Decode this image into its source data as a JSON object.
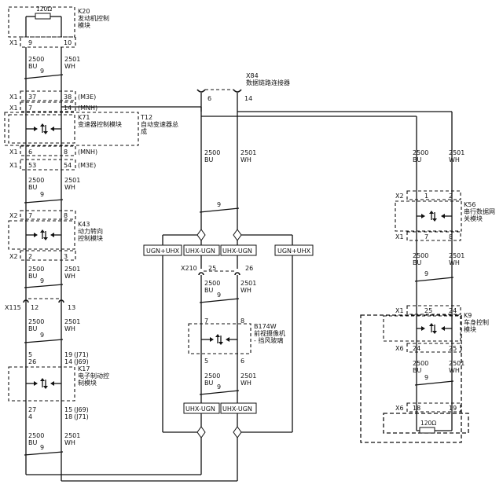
{
  "modules": {
    "k20": {
      "code": "K20",
      "name_line1": "发动机控制",
      "name_line2": "模块",
      "resistor": "120Ω"
    },
    "k71": {
      "code": "K71",
      "name": "变速器控制模块"
    },
    "t12": {
      "code": "T12",
      "name_line1": "自动变速器总",
      "name_line2": "成"
    },
    "k43": {
      "code": "K43",
      "name_line1": "动力转向",
      "name_line2": "控制模块"
    },
    "k17": {
      "code": "K17",
      "name_line1": "电子制动控",
      "name_line2": "制模块"
    },
    "x84": {
      "code": "X84",
      "name": "数据链路连接器",
      "pin_a": "6",
      "pin_b": "14"
    },
    "b174w": {
      "code": "B174W",
      "name_line1": "前视摄像机",
      "name_line2": "- 挡风玻璃"
    },
    "k56": {
      "code": "K56",
      "name_line1": "串行数据网",
      "name_line2": "关模块"
    },
    "k9": {
      "code": "K9",
      "name_line1": "车身控制",
      "name_line2": "模块",
      "resistor": "120Ω"
    }
  },
  "left_column": {
    "x1_a": {
      "conn": "X1",
      "pin_l": "9",
      "pin_r": "10"
    },
    "wire1": {
      "l_num": "2500",
      "l_col": "BU",
      "r_num": "2501",
      "r_col": "WH",
      "twist": "9"
    },
    "x1_b": {
      "conn": "X1",
      "pin_l": "37",
      "pin_r": "38",
      "note": "(M3E)"
    },
    "x1_c": {
      "conn": "X1",
      "pin_l": "7",
      "pin_r": "14",
      "note": "(MNH)"
    },
    "x1_d": {
      "conn": "X1",
      "pin_l": "6",
      "pin_r": "8",
      "note": "(MNH)"
    },
    "x1_e": {
      "conn": "X1",
      "pin_l": "53",
      "pin_r": "54",
      "note": "(M3E)"
    },
    "wire2": {
      "l_num": "2500",
      "l_col": "BU",
      "r_num": "2501",
      "r_col": "WH",
      "twist": "9"
    },
    "x2_a": {
      "conn": "X2",
      "pin_l": "7",
      "pin_r": "8"
    },
    "x2_b": {
      "conn": "X2",
      "pin_l": "2",
      "pin_r": "3"
    },
    "wire3": {
      "l_num": "2500",
      "l_col": "BU",
      "r_num": "2501",
      "r_col": "WH",
      "twist": "9"
    },
    "x115": {
      "conn": "X115",
      "pin_l": "12",
      "pin_r": "13"
    },
    "wire4": {
      "l_num": "2500",
      "l_col": "BU",
      "r_num": "2501",
      "r_col": "WH",
      "twist": "9"
    },
    "k17_top": {
      "pin_l1": "5",
      "pin_l2": "26",
      "pin_r1": "19",
      "note_r1": "(J71)",
      "pin_r2": "14",
      "note_r2": "(J69)"
    },
    "k17_bot": {
      "pin_l1": "27",
      "pin_l2": "4",
      "pin_r1": "15",
      "note_r1": "(J69)",
      "pin_r2": "18",
      "note_r2": "(J71)"
    },
    "wire5": {
      "l_num": "2500",
      "l_col": "BU",
      "r_num": "2501",
      "r_col": "WH",
      "twist": "9"
    }
  },
  "center": {
    "wire_top": {
      "l_num": "2500",
      "l_col": "BU",
      "r_num": "2501",
      "r_col": "WH",
      "twist": "9"
    },
    "labels": {
      "ugn_uhx_left": "UGN+UHX",
      "uhx_ugn_a": "UHX-UGN",
      "uhx_ugn_b": "UHX-UGN",
      "ugn_uhx_right": "UGN+UHX",
      "uhx_ugn_c": "UHX-UGN",
      "uhx_ugn_d": "UHX-UGN"
    },
    "x210": {
      "conn": "X210",
      "pin_l": "25",
      "pin_r": "26"
    },
    "wire_mid": {
      "l_num": "2500",
      "l_col": "BU",
      "r_num": "2501",
      "r_col": "WH",
      "twist": "9"
    },
    "b174w_pins": {
      "top_l": "7",
      "top_r": "8",
      "bot_l": "5",
      "bot_r": "6"
    },
    "wire_bot": {
      "l_num": "2500",
      "l_col": "BU",
      "r_num": "2501",
      "r_col": "WH",
      "twist": "9"
    }
  },
  "right_column": {
    "wire_top": {
      "l_num": "2500",
      "l_col": "BU",
      "r_num": "2501",
      "r_col": "WH"
    },
    "k56_top": {
      "conn": "X2",
      "pin_l": "1",
      "pin_r": "2"
    },
    "k56_bot": {
      "conn": "X1",
      "pin_l": "7",
      "pin_r": "8"
    },
    "wire_mid": {
      "l_num": "2500",
      "l_col": "BU",
      "r_num": "2501",
      "r_col": "WH",
      "twist": "9"
    },
    "k9_top": {
      "conn": "X1",
      "pin_l": "25",
      "pin_r": "24"
    },
    "k9_mid": {
      "conn": "X6",
      "pin_l": "24",
      "pin_r": "25"
    },
    "wire_bot": {
      "l_num": "2500",
      "l_col": "BU",
      "r_num": "2501",
      "r_col": "WH",
      "twist": "9"
    },
    "k9_bot": {
      "conn": "X6",
      "pin_l": "18",
      "pin_r": "19"
    }
  }
}
